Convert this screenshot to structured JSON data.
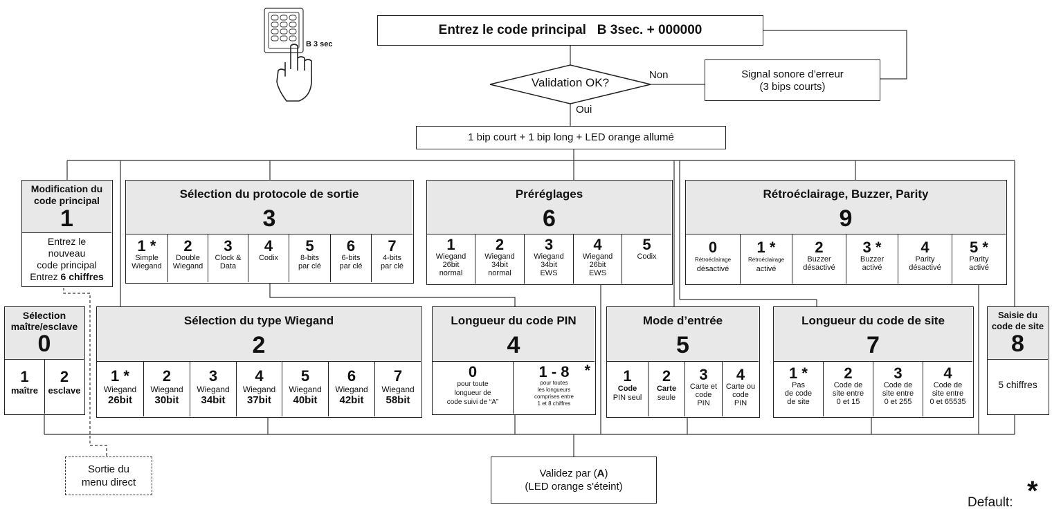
{
  "top": {
    "main_code": "Entrez le code principal   B 3sec. + 000000",
    "keypad_label": "B 3 sec",
    "validation": "Validation OK?",
    "no": "Non",
    "yes": "Oui",
    "error_line1": "Signal sonore d’erreur",
    "error_line2": "(3 bips courts)",
    "confirm": "1 bip court + 1 bip long + LED orange allumé"
  },
  "s1": {
    "title_l1": "Modification du",
    "title_l2": "code principal",
    "num": "1",
    "t1": "Entrez le",
    "t2": "nouveau",
    "t3": "code principal",
    "t4a": "Entrez ",
    "t4b": "6 chiffres"
  },
  "s3": {
    "title": "Sélection du protocole de sortie",
    "num": "3",
    "options": [
      {
        "n": "1",
        "l1": "Simple",
        "l2": "Wiegand",
        "star": "*"
      },
      {
        "n": "2",
        "l1": "Double",
        "l2": "Wiegand",
        "star": ""
      },
      {
        "n": "3",
        "l1": "Clock &",
        "l2": "Data",
        "star": ""
      },
      {
        "n": "4",
        "l1": "Codix",
        "l2": "",
        "star": ""
      },
      {
        "n": "5",
        "l1": "8-bits",
        "l2": "par clé",
        "star": ""
      },
      {
        "n": "6",
        "l1": "6-bits",
        "l2": "par clé",
        "star": ""
      },
      {
        "n": "7",
        "l1": "4-bits",
        "l2": "par clé",
        "star": ""
      }
    ]
  },
  "s6": {
    "title": "Préréglages",
    "num": "6",
    "options": [
      {
        "n": "1",
        "l1": "Wiegand",
        "l2": "26bit",
        "l3": "normal"
      },
      {
        "n": "2",
        "l1": "Wiegand",
        "l2": "34bit",
        "l3": "normal"
      },
      {
        "n": "3",
        "l1": "Wiegand",
        "l2": "34bit",
        "l3": "EWS"
      },
      {
        "n": "4",
        "l1": "Wiegand",
        "l2": "26bit",
        "l3": "EWS"
      },
      {
        "n": "5",
        "l1": "Codix",
        "l2": "",
        "l3": ""
      }
    ]
  },
  "s9": {
    "title": "Rétroéclairage, Buzzer, Parity",
    "num": "9",
    "options": [
      {
        "n": "0",
        "l1": "Rétroéclairage",
        "l2": "désactivé",
        "star": ""
      },
      {
        "n": "1",
        "l1": "Rétroéclairage",
        "l2": "activé",
        "star": "*"
      },
      {
        "n": "2",
        "l1": "Buzzer",
        "l2": "désactivé",
        "star": ""
      },
      {
        "n": "3",
        "l1": "Buzzer",
        "l2": "activé",
        "star": "*"
      },
      {
        "n": "4",
        "l1": "Parity",
        "l2": "désactivé",
        "star": ""
      },
      {
        "n": "5",
        "l1": "Parity",
        "l2": "activé",
        "star": "*"
      }
    ]
  },
  "s0": {
    "title_l1": "Sélection",
    "title_l2": "maître/esclave",
    "num": "0",
    "options": [
      {
        "n": "1",
        "l1": "maître"
      },
      {
        "n": "2",
        "l1": "esclave"
      }
    ]
  },
  "s2": {
    "title": "Sélection du type Wiegand",
    "num": "2",
    "options": [
      {
        "n": "1",
        "l1": "Wiegand",
        "l2": "26bit",
        "star": "*"
      },
      {
        "n": "2",
        "l1": "Wiegand",
        "l2": "30bit",
        "star": ""
      },
      {
        "n": "3",
        "l1": "Wiegand",
        "l2": "34bit",
        "star": ""
      },
      {
        "n": "4",
        "l1": "Wiegand",
        "l2": "37bit",
        "star": ""
      },
      {
        "n": "5",
        "l1": "Wiegand",
        "l2": "40bit",
        "star": ""
      },
      {
        "n": "6",
        "l1": "Wiegand",
        "l2": "42bit",
        "star": ""
      },
      {
        "n": "7",
        "l1": "Wiegand",
        "l2": "58bit",
        "star": ""
      }
    ]
  },
  "s4": {
    "title": "Longueur du code PIN",
    "num": "4",
    "o0": {
      "n": "0",
      "l1": "pour toute",
      "l2": "longueur de",
      "l3": "code suivi de “A”"
    },
    "o1": {
      "n": "1 - 8",
      "l1": "pour toutes",
      "l2": "les longueurs",
      "l3": "comprises entre",
      "l4": "1 et 8 chiffres",
      "star": "*"
    }
  },
  "s5": {
    "title": "Mode d’entrée",
    "num": "5",
    "options": [
      {
        "n": "1",
        "l1": "Code",
        "l2": "PIN seul"
      },
      {
        "n": "2",
        "l1": "Carte",
        "l2": "seule"
      },
      {
        "n": "3",
        "l1": "Carte et",
        "l2": "code",
        "l3": "PIN"
      },
      {
        "n": "4",
        "l1": "Carte ou",
        "l2": "code",
        "l3": "PIN"
      }
    ]
  },
  "s7": {
    "title": "Longueur du code de site",
    "num": "7",
    "options": [
      {
        "n": "1",
        "l1": "Pas",
        "l2": "de code",
        "l3": "de site",
        "star": "*"
      },
      {
        "n": "2",
        "l1": "Code de",
        "l2": "site entre",
        "l3": "0 et 15",
        "star": ""
      },
      {
        "n": "3",
        "l1": "Code de",
        "l2": "site entre",
        "l3": "0 et 255",
        "star": ""
      },
      {
        "n": "4",
        "l1": "Code de",
        "l2": "site entre",
        "l3": "0 et 65535",
        "star": ""
      }
    ]
  },
  "s8": {
    "title_l1": "Saisie du",
    "title_l2": "code de site",
    "num": "8",
    "text": "5 chiffres"
  },
  "bottom": {
    "validate_a": "Validez par (",
    "validate_b": "A",
    "validate_c": ")",
    "validate_l2": "(LED orange s'éteint)",
    "exit_l1": "Sortie du",
    "exit_l2": "menu direct",
    "default_label": "Default:",
    "default_star": "*"
  }
}
